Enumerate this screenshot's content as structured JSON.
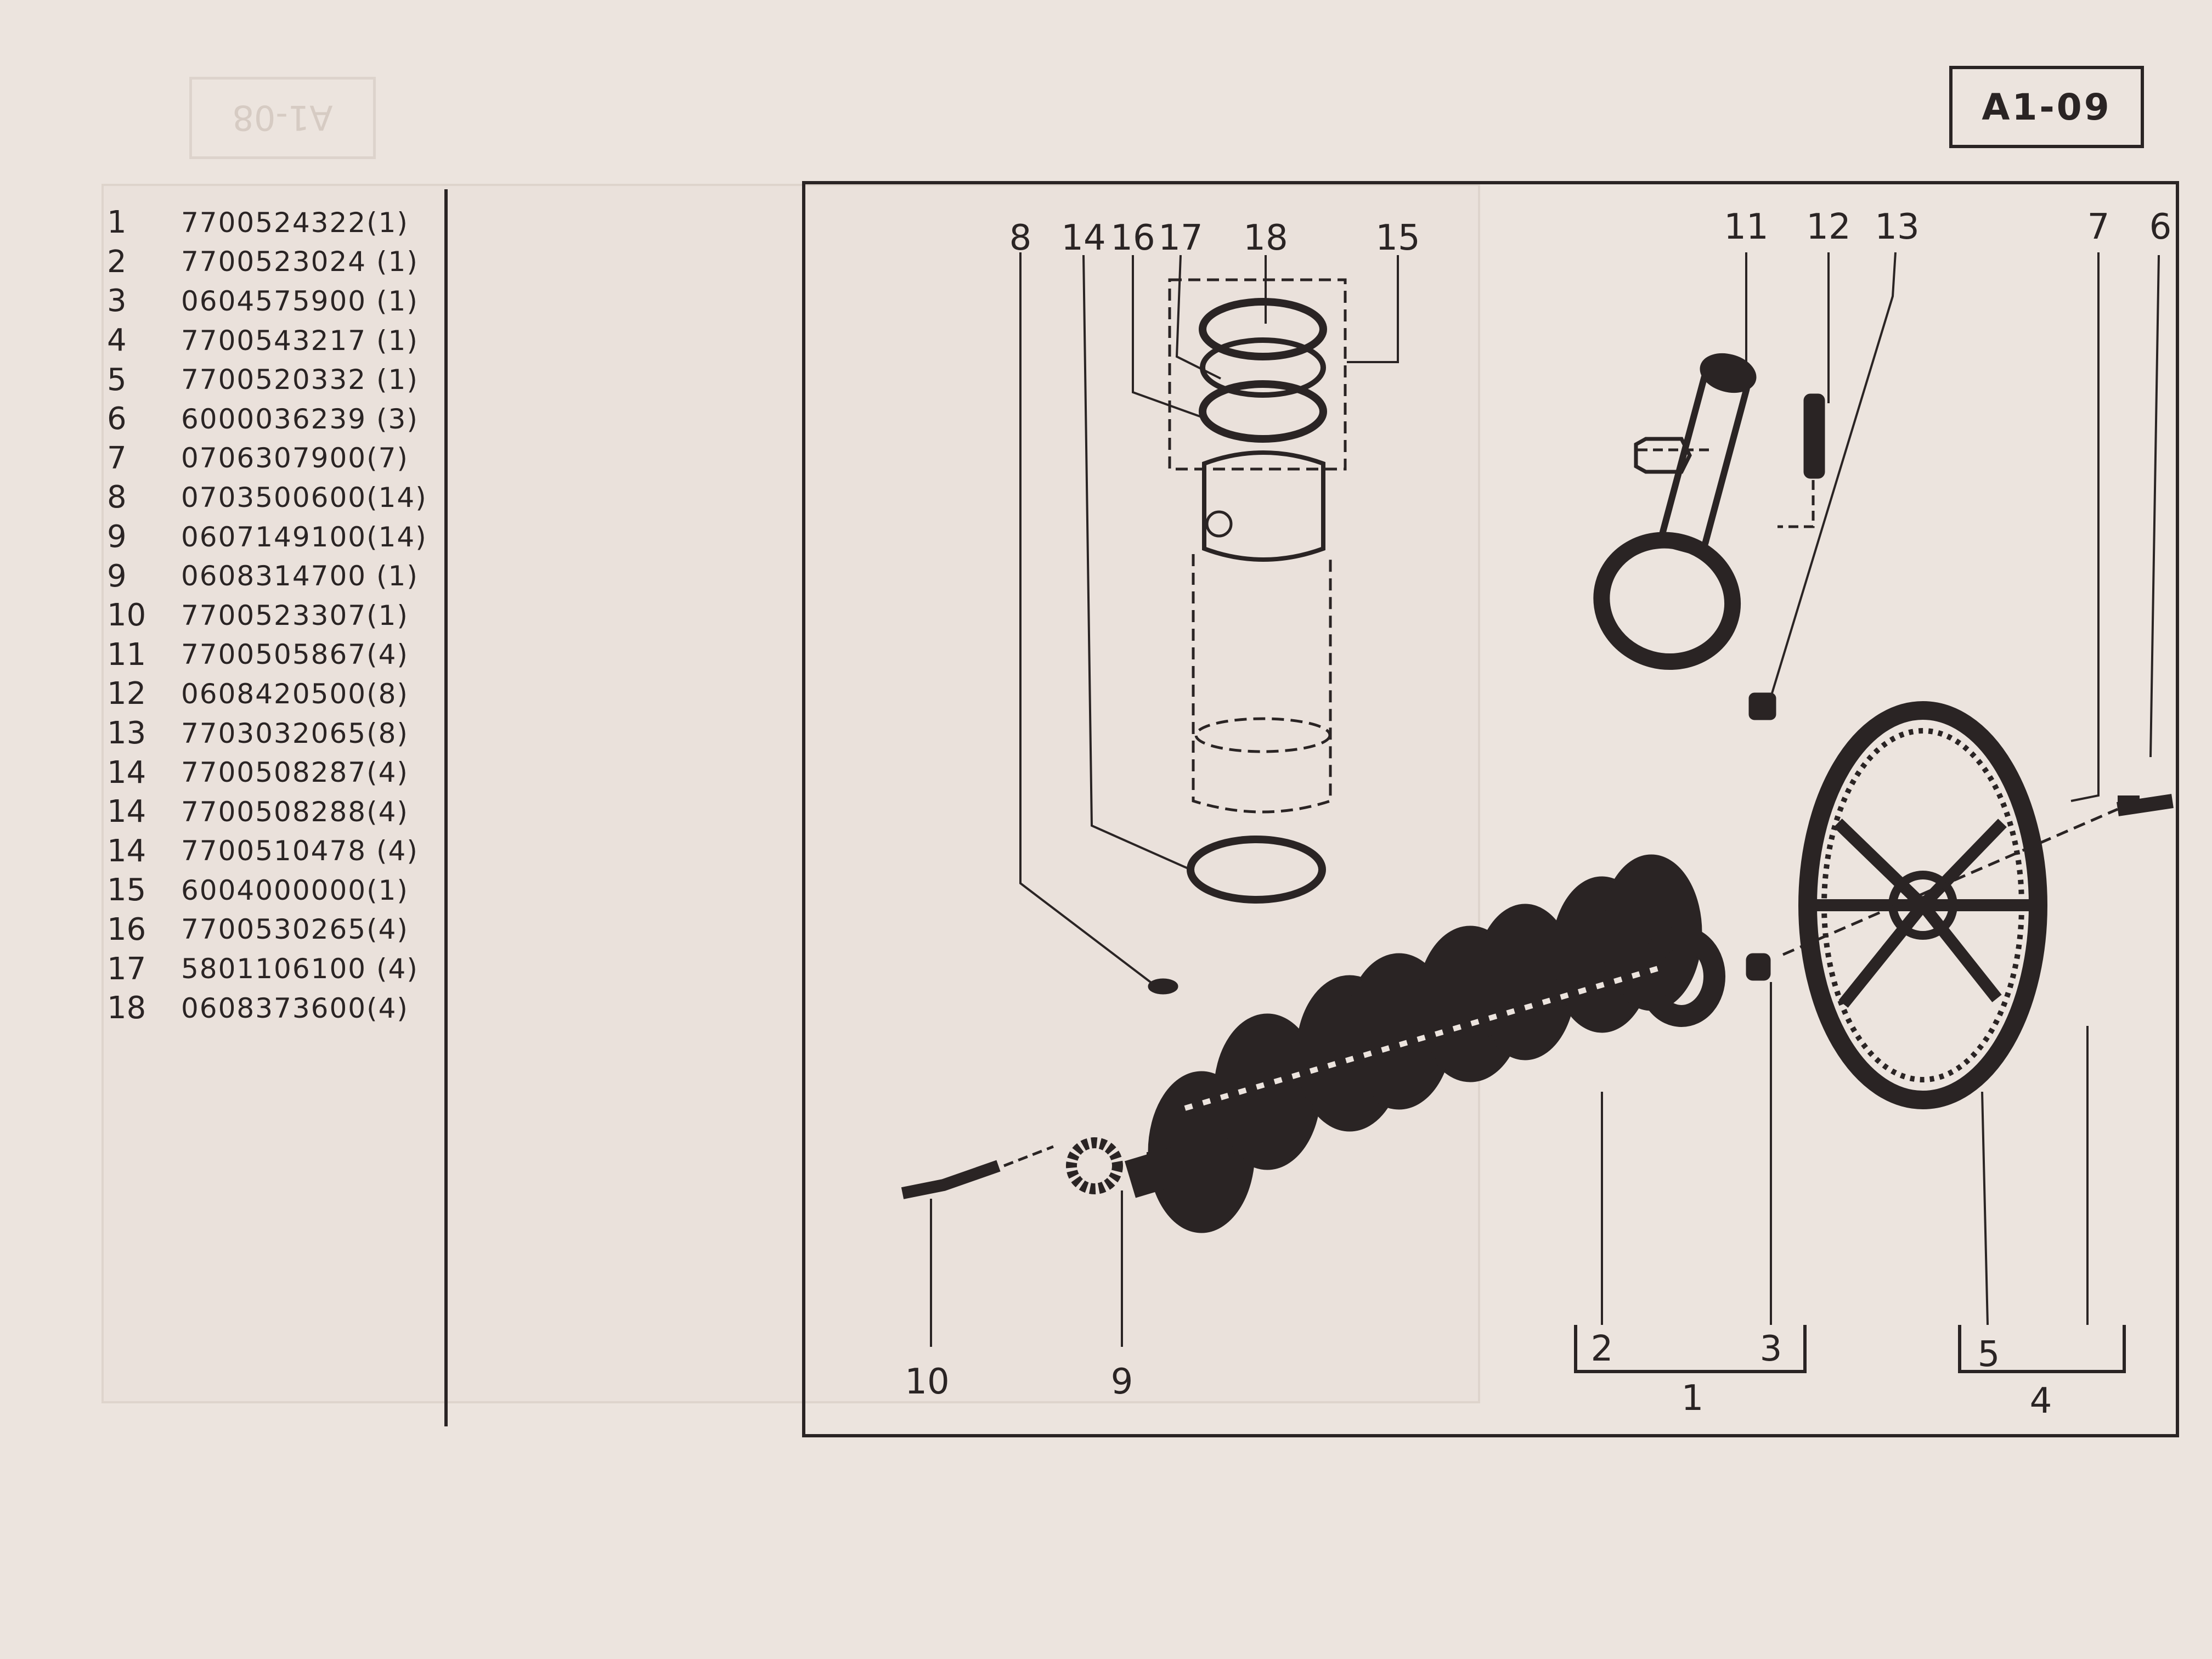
{
  "sheet_code": "A1-09",
  "ghost_code": "A1-08",
  "parts": [
    {
      "ref": "1",
      "part_number": "7700524322(1)"
    },
    {
      "ref": "2",
      "part_number": "7700523024 (1)"
    },
    {
      "ref": "3",
      "part_number": "0604575900 (1)"
    },
    {
      "ref": "4",
      "part_number": "7700543217 (1)"
    },
    {
      "ref": "5",
      "part_number": "7700520332 (1)"
    },
    {
      "ref": "6",
      "part_number": "6000036239 (3)"
    },
    {
      "ref": "7",
      "part_number": "0706307900(7)"
    },
    {
      "ref": "8",
      "part_number": "0703500600(14)"
    },
    {
      "ref": "9",
      "part_number": "0607149100(14)"
    },
    {
      "ref": "9",
      "part_number": "0608314700 (1)"
    },
    {
      "ref": "10",
      "part_number": "7700523307(1)"
    },
    {
      "ref": "11",
      "part_number": "7700505867(4)"
    },
    {
      "ref": "12",
      "part_number": "0608420500(8)"
    },
    {
      "ref": "13",
      "part_number": "7703032065(8)"
    },
    {
      "ref": "14",
      "part_number": "7700508287(4)"
    },
    {
      "ref": "14",
      "part_number": "7700508288(4)"
    },
    {
      "ref": "14",
      "part_number": "7700510478 (4)"
    },
    {
      "ref": "15",
      "part_number": "6004000000(1)"
    },
    {
      "ref": "16",
      "part_number": "7700530265(4)"
    },
    {
      "ref": "17",
      "part_number": "5801106100 (4)"
    },
    {
      "ref": "18",
      "part_number": "0608373600(4)"
    }
  ],
  "callouts": {
    "c8": "8",
    "c14": "14",
    "c16": "16",
    "c17": "17",
    "c18": "18",
    "c15": "15",
    "c11": "11",
    "c12": "12",
    "c13": "13",
    "c7": "7",
    "c6": "6",
    "c10": "10",
    "c9": "9",
    "c2": "2",
    "c3": "3",
    "c1": "1",
    "c5": "5",
    "c4": "4"
  }
}
